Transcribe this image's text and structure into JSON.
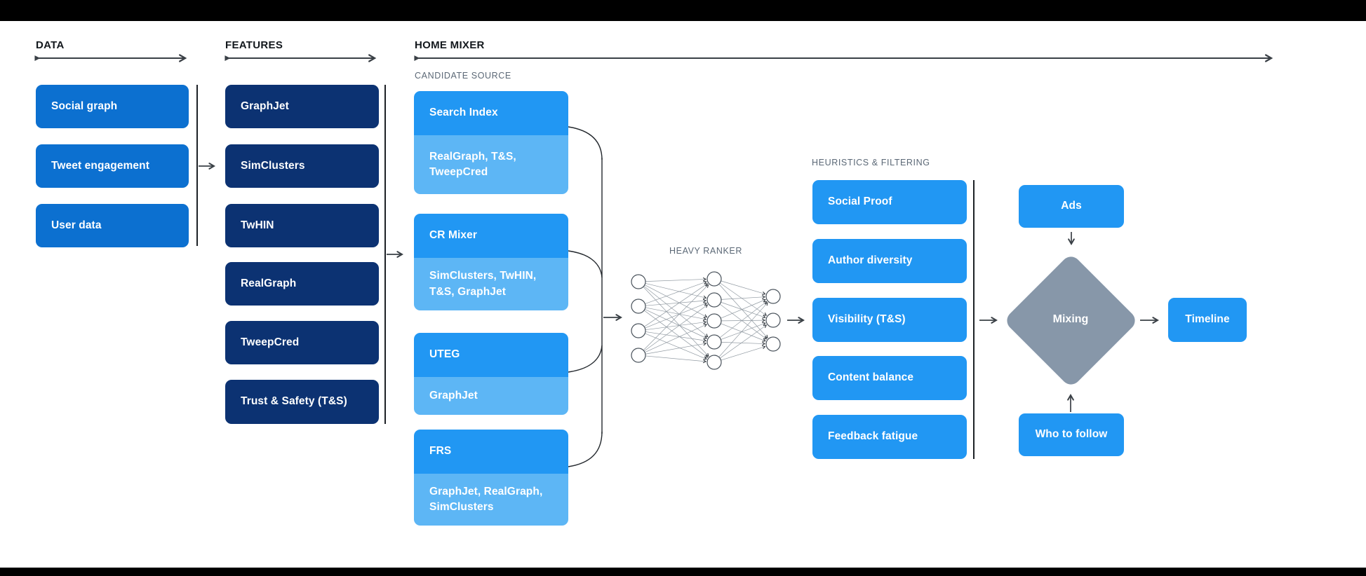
{
  "header": {
    "data_label": "DATA",
    "features_label": "FEATURES",
    "home_mixer_label": "HOME MIXER"
  },
  "data_column": {
    "items": [
      "Social graph",
      "Tweet engagement",
      "User data"
    ]
  },
  "features_column": {
    "items": [
      "GraphJet",
      "SimClusters",
      "TwHIN",
      "RealGraph",
      "TweepCred",
      "Trust & Safety (T&S)"
    ]
  },
  "candidate_source": {
    "label": "CANDIDATE SOURCE",
    "items": [
      {
        "name": "Search Index",
        "sources": "RealGraph, T&S, TweepCred"
      },
      {
        "name": "CR Mixer",
        "sources": "SimClusters, TwHIN, T&S, GraphJet"
      },
      {
        "name": "UTEG",
        "sources": "GraphJet"
      },
      {
        "name": "FRS",
        "sources": "GraphJet, RealGraph, SimClusters"
      }
    ]
  },
  "heavy_ranker": {
    "label": "HEAVY RANKER"
  },
  "heuristics": {
    "label": "HEURISTICS & FILTERING",
    "items": [
      "Social Proof",
      "Author diversity",
      "Visibility (T&S)",
      "Content balance",
      "Feedback fatigue"
    ]
  },
  "output_stage": {
    "ads_label": "Ads",
    "mixing_label": "Mixing",
    "who_to_follow_label": "Who to follow",
    "timeline_label": "Timeline"
  },
  "colors": {
    "primary_blue": "#0c70d0",
    "navy": "#0c3272",
    "bright_blue": "#2197f3",
    "light_blue": "#5db6f5",
    "slate_gray": "#8797a9"
  }
}
